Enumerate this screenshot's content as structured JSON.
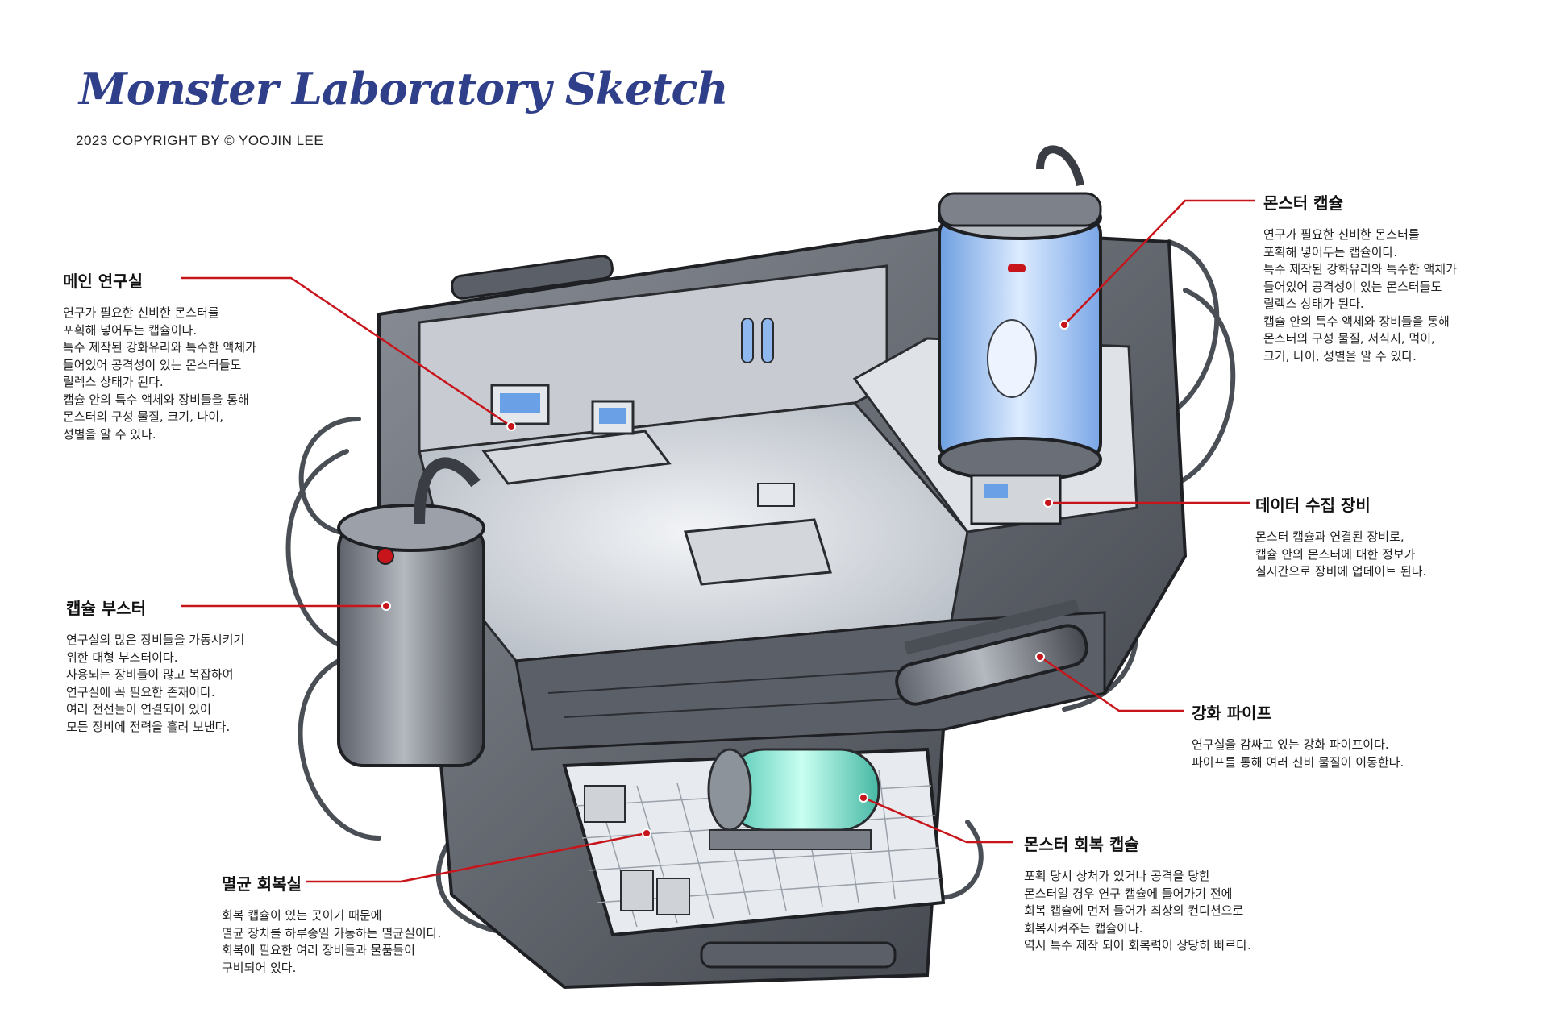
{
  "header": {
    "title": "Monster Laboratory Sketch",
    "copyright": "2023 COPYRIGHT BY © YOOJIN LEE"
  },
  "labels": [
    {
      "id": "main-lab",
      "title": "메인 연구실",
      "body": "연구가 필요한 신비한 몬스터를\n포획해 넣어두는 캡슐이다.\n특수 제작된 강화유리와 특수한 액체가\n들어있어 공격성이 있는 몬스터들도\n릴렉스 상태가 된다.\n캡슐 안의 특수 액체와 장비들을 통해\n몬스터의 구성 물질, 크기, 나이,\n성별을 알 수 있다."
    },
    {
      "id": "capsule-booster",
      "title": "캡슐 부스터",
      "body": "연구실의 많은 장비들을 가동시키기\n위한 대형 부스터이다.\n사용되는 장비들이 많고 복잡하여\n연구실에 꼭 필요한 존재이다.\n여러 전선들이 연결되어 있어\n모든 장비에 전력을 흘려 보낸다."
    },
    {
      "id": "sterile-room",
      "title": "멸균 회복실",
      "body": "회복 캡슐이 있는 곳이기 때문에\n멸균 장치를 하루종일 가동하는 멸균실이다.\n회복에 필요한 여러 장비들과 물품들이\n구비되어 있다."
    },
    {
      "id": "monster-capsule",
      "title": "몬스터 캡슐",
      "body": "연구가 필요한 신비한 몬스터를\n포획해 넣어두는 캡슐이다.\n특수 제작된 강화유리와 특수한 액체가\n들어있어 공격성이 있는 몬스터들도\n릴렉스 상태가 된다.\n캡슐 안의 특수 액체와 장비들을 통해\n몬스터의 구성 물질, 서식지, 먹이,\n크기, 나이, 성별을 알 수 있다."
    },
    {
      "id": "data-equipment",
      "title": "데이터 수집 장비",
      "body": "몬스터 캡슐과 연결된 장비로,\n캡슐 안의 몬스터에 대한 정보가\n실시간으로 장비에 업데이트 된다."
    },
    {
      "id": "reinforced-pipe",
      "title": "강화 파이프",
      "body": "연구실을 감싸고 있는 강화 파이프이다.\n파이프를 통해 여러 신비 물질이 이동한다."
    },
    {
      "id": "recovery-capsule",
      "title": "몬스터 회복 캡슐",
      "body": "포획 당시 상처가 있거나 공격을 당한\n몬스터일 경우 연구 캡슐에 들어가기 전에\n회복 캡슐에 먼저 들어가 최상의 컨디션으로\n회복시켜주는 캡슐이다.\n역시 특수 제작 되어 회복력이 상당히 빠르다."
    }
  ],
  "colors": {
    "title": "#2f3f8a",
    "leader_line": "#c8151b",
    "metal_dark": "#3c3f46",
    "metal_mid": "#70757d",
    "floor": "#d9dde2",
    "capsule_glass": "#9fc3f0",
    "recovery_glow": "#7fe0d0"
  }
}
